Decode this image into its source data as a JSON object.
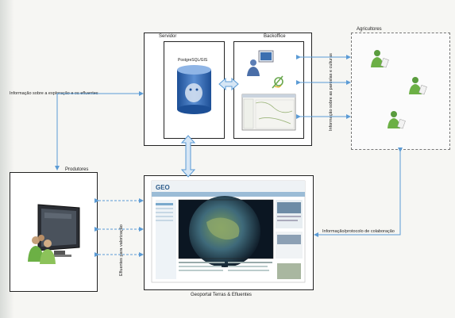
{
  "servidor": {
    "title": "Servidor",
    "db_label": "PostgreSQL/GIS"
  },
  "backoffice": {
    "title": "Backoffice"
  },
  "agricultores": {
    "title": "Agricultores"
  },
  "produtores": {
    "title": "Produtores"
  },
  "geoportal": {
    "title": "Geoportal Terras & Efluentes",
    "logo": "GEO"
  },
  "flows": {
    "exploracao": "Informação sobre a exploração e os efluentes",
    "parcelas": "Informação sobre as parcelas e culturas",
    "valorizacao": "Efluentes para valorização",
    "colaboracao": "Informação/protocolo de colaboração"
  },
  "colors": {
    "arrow_blue": "#5b9bd5",
    "arrow_fill": "#d6e6f5",
    "db_blue": "#2e62a8"
  },
  "icons": [
    "database-icon",
    "user-computer-icon",
    "gis-icon",
    "map-window-icon",
    "farmer-icon",
    "monitor-icon",
    "producers-group-icon",
    "globe-icon"
  ]
}
